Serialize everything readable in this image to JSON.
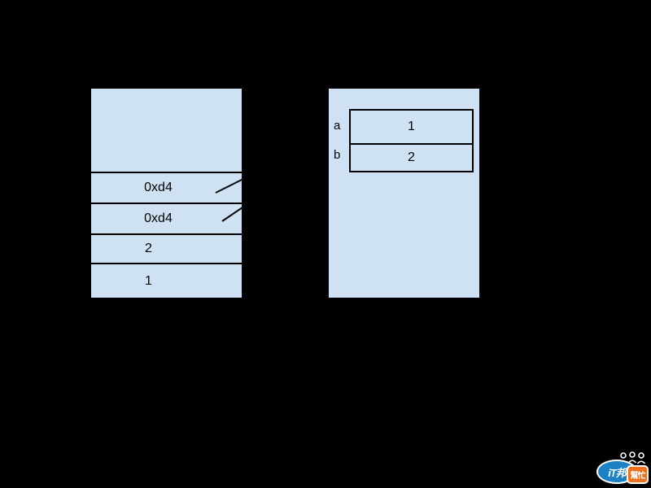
{
  "page": {
    "background_color": "#000000",
    "box_fill_color": "#cfe2f3",
    "box_border_color": "#000000"
  },
  "stack_box": {
    "rows": [
      {
        "value": ""
      },
      {
        "value": "0xd4"
      },
      {
        "value": "0xd4"
      },
      {
        "value": "2"
      },
      {
        "value": "1"
      }
    ]
  },
  "struct_box": {
    "fields": [
      {
        "label": "a",
        "value": "1"
      },
      {
        "label": "b",
        "value": "2"
      }
    ]
  },
  "logo": {
    "brand_primary": "iT邦",
    "brand_secondary": "幫忙",
    "oval_color": "#1b80c4",
    "tag_color": "#ee6f1e",
    "icon": "people-icon"
  }
}
